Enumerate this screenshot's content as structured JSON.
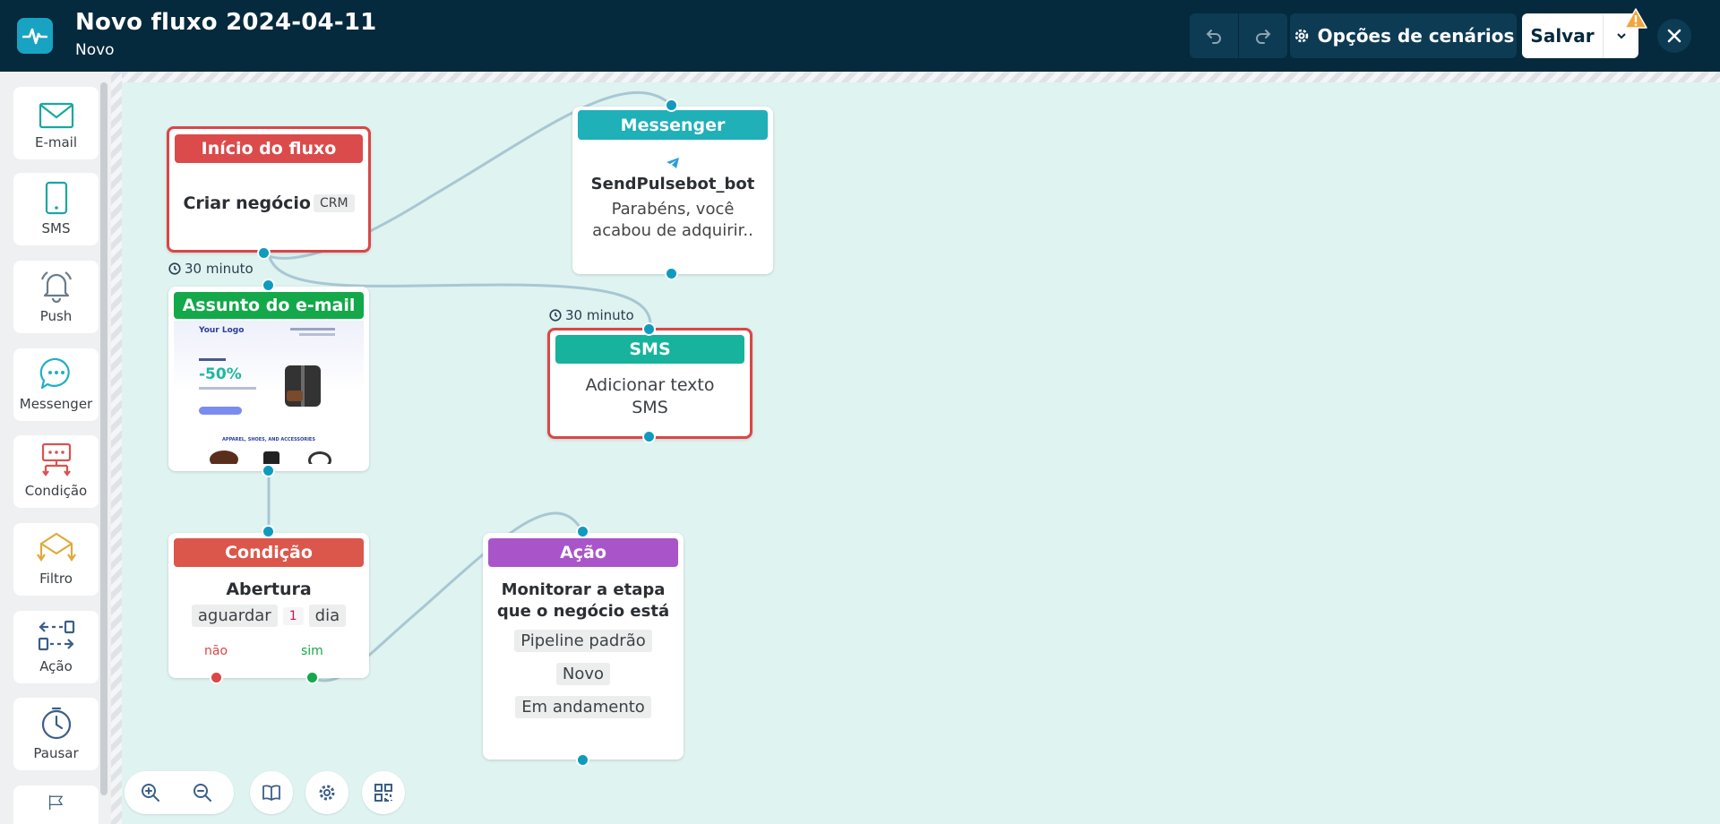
{
  "header": {
    "title": "Novo fluxo 2024-04-11",
    "status": "Novo",
    "options_label": "Opções de cenários",
    "save_label": "Salvar"
  },
  "sidebar": {
    "items": [
      {
        "label": "E-mail",
        "icon": "envelope-icon"
      },
      {
        "label": "SMS",
        "icon": "phone-icon"
      },
      {
        "label": "Push",
        "icon": "bell-icon"
      },
      {
        "label": "Messenger",
        "icon": "chat-icon"
      },
      {
        "label": "Condição",
        "icon": "condition-icon"
      },
      {
        "label": "Filtro",
        "icon": "filter-icon"
      },
      {
        "label": "Ação",
        "icon": "action-icon"
      },
      {
        "label": "Pausar",
        "icon": "timer-icon"
      }
    ]
  },
  "nodes": {
    "start": {
      "title": "Início do fluxo",
      "text": "Criar negócio",
      "badge": "CRM"
    },
    "email": {
      "title": "Assunto do e-mail",
      "timer": "30 minuto",
      "preview": {
        "logo": "Your Logo",
        "discount": "-50%",
        "footer": "APPAREL, SHOES, AND ACCESSORIES"
      }
    },
    "messenger": {
      "title": "Messenger",
      "bot": "SendPulsebot_bot",
      "text1": "Parabéns, você",
      "text2": "acabou de adquirir.."
    },
    "sms": {
      "title": "SMS",
      "timer": "30 minuto",
      "text1": "Adicionar texto",
      "text2": "SMS"
    },
    "condition": {
      "title": "Condição",
      "subject": "Abertura",
      "wait": "aguardar",
      "count": "1",
      "unit": "dia",
      "no": "não",
      "yes": "sim"
    },
    "action": {
      "title": "Ação",
      "text1": "Monitorar a etapa",
      "text2": "que o negócio está",
      "pipeline": "Pipeline padrão",
      "stage": "Novo",
      "state": "Em andamento"
    }
  },
  "colors": {
    "header_bg": "#05293d",
    "start": "#db4b4b",
    "email": "#13a84a",
    "messenger": "#1fb0b8",
    "sms": "#17b39c",
    "condition": "#db574b",
    "action": "#a955c9",
    "connector": "#0f9bbe"
  }
}
